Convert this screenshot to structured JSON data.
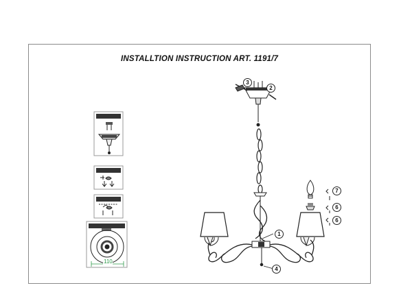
{
  "title": "INSTALLTION INSTRUCTION ART. 1191/7",
  "callouts": {
    "c1": "1",
    "c2": "2",
    "c3": "3",
    "c4": "4",
    "c6a": "6",
    "c6b": "6",
    "c7": "7"
  },
  "dimension_label": "110",
  "colors": {
    "line": "#222222",
    "frame": "#8a8a8a",
    "dim": "#2e9a4a"
  }
}
